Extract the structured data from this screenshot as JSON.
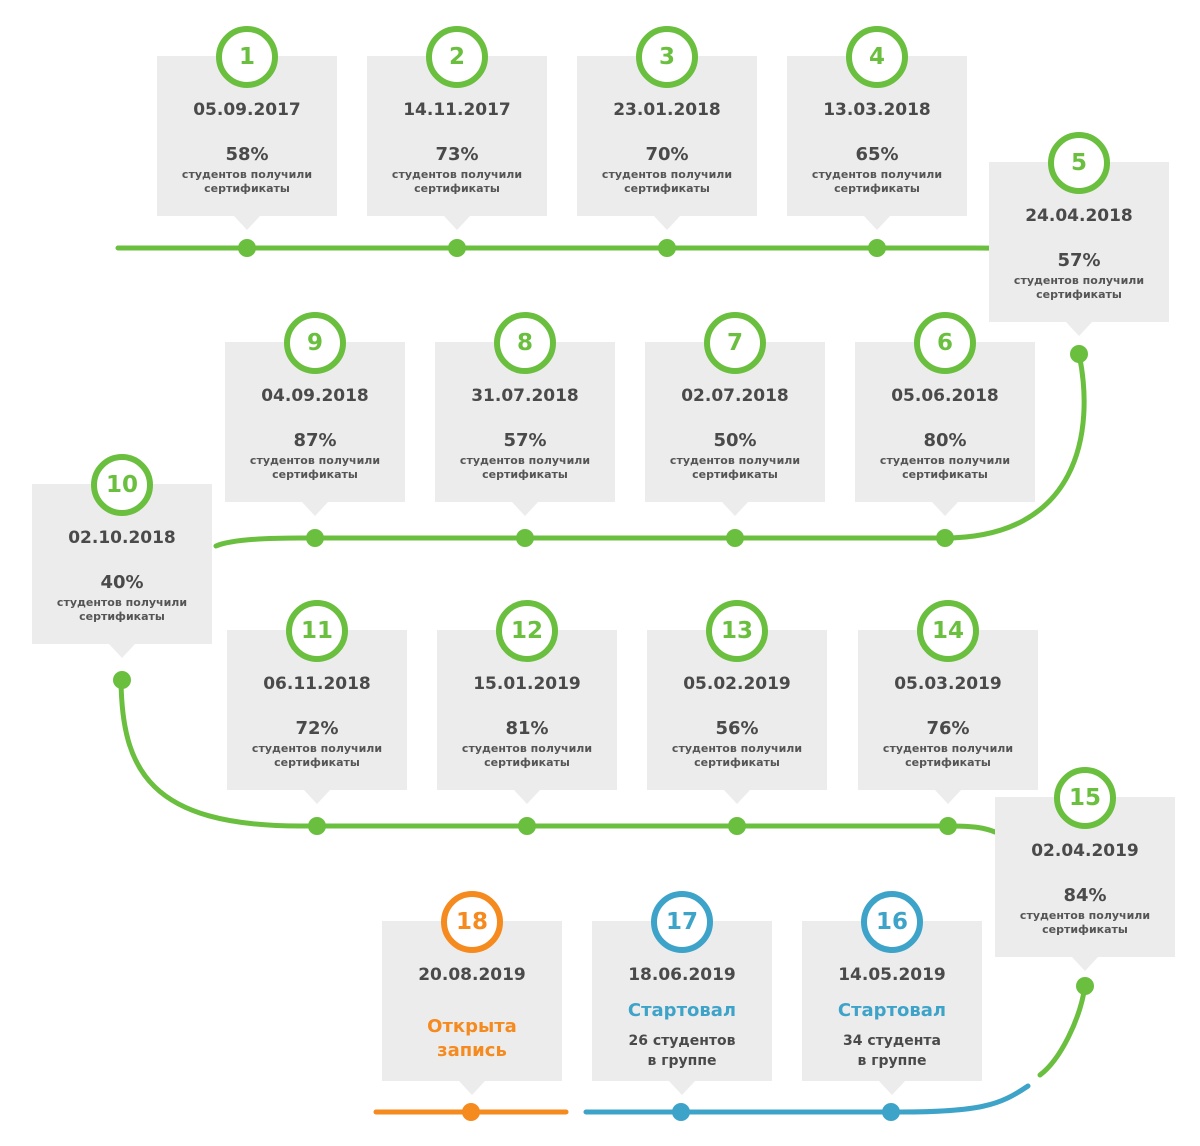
{
  "note_text": "студентов получили сертификаты",
  "colors": {
    "green": "#6abf3f",
    "blue": "#3ea3c8",
    "orange": "#f58a1f",
    "card": "#ececec",
    "text": "#4a4a4a"
  },
  "milestones": [
    {
      "num": "1",
      "date": "05.09.2017",
      "percent": "58%"
    },
    {
      "num": "2",
      "date": "14.11.2017",
      "percent": "73%"
    },
    {
      "num": "3",
      "date": "23.01.2018",
      "percent": "70%"
    },
    {
      "num": "4",
      "date": "13.03.2018",
      "percent": "65%"
    },
    {
      "num": "5",
      "date": "24.04.2018",
      "percent": "57%"
    },
    {
      "num": "6",
      "date": "05.06.2018",
      "percent": "80%"
    },
    {
      "num": "7",
      "date": "02.07.2018",
      "percent": "50%"
    },
    {
      "num": "8",
      "date": "31.07.2018",
      "percent": "57%"
    },
    {
      "num": "9",
      "date": "04.09.2018",
      "percent": "87%"
    },
    {
      "num": "10",
      "date": "02.10.2018",
      "percent": "40%"
    },
    {
      "num": "11",
      "date": "06.11.2018",
      "percent": "72%"
    },
    {
      "num": "12",
      "date": "15.01.2019",
      "percent": "81%"
    },
    {
      "num": "13",
      "date": "05.02.2019",
      "percent": "56%"
    },
    {
      "num": "14",
      "date": "05.03.2019",
      "percent": "76%"
    },
    {
      "num": "15",
      "date": "02.04.2019",
      "percent": "84%"
    }
  ],
  "current_groups": [
    {
      "num": "16",
      "date": "14.05.2019",
      "status": "Стартовал",
      "group_line1": "34 студента",
      "group_line2": "в группе"
    },
    {
      "num": "17",
      "date": "18.06.2019",
      "status": "Стартовал",
      "group_line1": "26 студентов",
      "group_line2": "в группе"
    }
  ],
  "upcoming_group": {
    "num": "18",
    "date": "20.08.2019",
    "status_line1": "Открыта",
    "status_line2": "запись"
  }
}
